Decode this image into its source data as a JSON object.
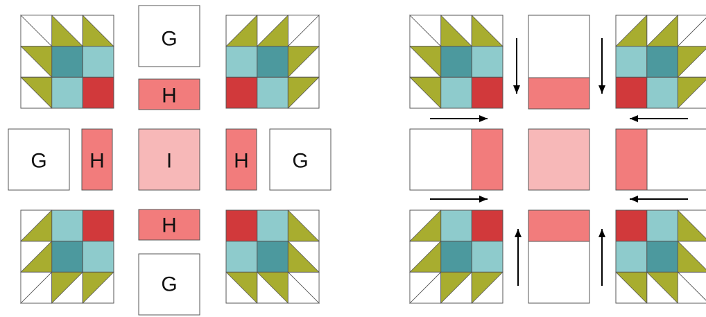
{
  "piece_labels": {
    "G": "G",
    "H": "H",
    "I": "I"
  },
  "colors": {
    "background": "#ffffff",
    "outline": "#555555",
    "white_fabric": "#ffffff",
    "olive": "#a8ad2f",
    "light_teal": "#8ecbcc",
    "dark_teal": "#4c999e",
    "red": "#d1393b",
    "coral": "#f27c7c",
    "light_pink": "#f7b8b8",
    "arrow": "#000000"
  },
  "panels": {
    "layout_diagram": "pieces laid out",
    "assembly_diagram": "pieces sewn into rows with pressing arrows"
  }
}
